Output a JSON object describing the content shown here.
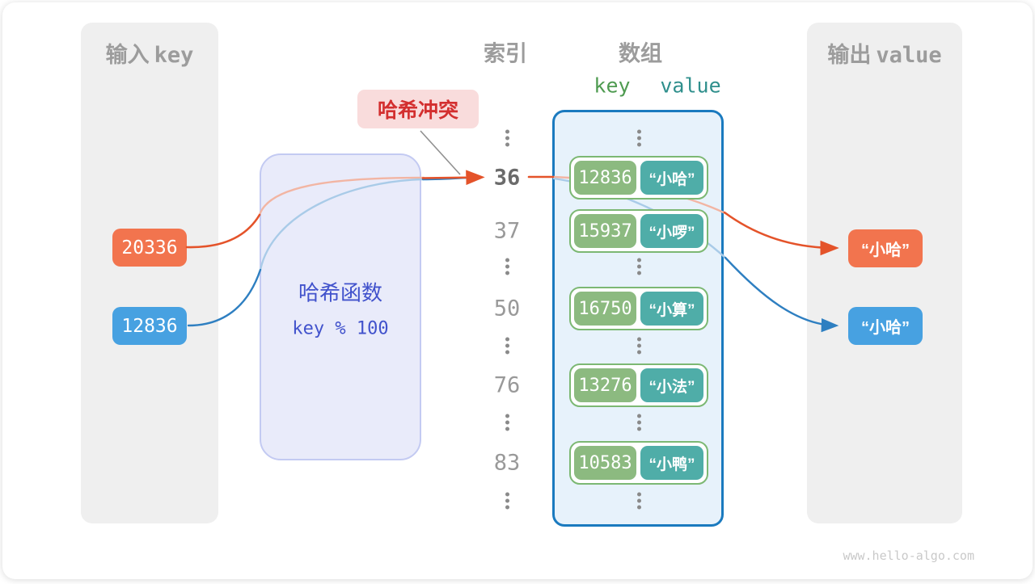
{
  "watermark": "www.hello-algo.com",
  "input_panel": {
    "title_zh": "输入",
    "title_en": "key",
    "keys": [
      {
        "value": "20336",
        "color": "orange"
      },
      {
        "value": "12836",
        "color": "blue"
      }
    ]
  },
  "hash_box": {
    "title": "哈希函数",
    "formula": "key % 100"
  },
  "collision_label": {
    "text": "哈希冲突"
  },
  "index_column": {
    "title": "索引",
    "rows": [
      {
        "type": "dots"
      },
      {
        "type": "index",
        "value": "36",
        "highlight": true
      },
      {
        "type": "index",
        "value": "37",
        "highlight": false
      },
      {
        "type": "dots"
      },
      {
        "type": "index",
        "value": "50",
        "highlight": false
      },
      {
        "type": "dots"
      },
      {
        "type": "index",
        "value": "76",
        "highlight": false
      },
      {
        "type": "dots"
      },
      {
        "type": "index",
        "value": "83",
        "highlight": false
      },
      {
        "type": "dots"
      }
    ]
  },
  "array_column": {
    "title": "数组",
    "key_header": "key",
    "value_header": "value",
    "rows": [
      {
        "type": "dots"
      },
      {
        "type": "pair",
        "key": "12836",
        "value": "“小哈”"
      },
      {
        "type": "pair",
        "key": "15937",
        "value": "“小啰”"
      },
      {
        "type": "dots"
      },
      {
        "type": "pair",
        "key": "16750",
        "value": "“小算”"
      },
      {
        "type": "dots"
      },
      {
        "type": "pair",
        "key": "13276",
        "value": "“小法”"
      },
      {
        "type": "dots"
      },
      {
        "type": "pair",
        "key": "10583",
        "value": "“小鸭”"
      },
      {
        "type": "dots"
      }
    ]
  },
  "output_panel": {
    "title_zh": "输出",
    "title_en": "value",
    "values": [
      {
        "text": "“小哈”",
        "color": "orange"
      },
      {
        "text": "“小哈”",
        "color": "blue"
      }
    ]
  },
  "colors": {
    "orange": "#F2744E",
    "blue": "#47A1E1",
    "arrow_orange": "#E4532A",
    "arrow_blue": "#2E7FC1",
    "arrow_orange_light": "#F2B5A3",
    "arrow_blue_light": "#A9CBE8",
    "green_key": "#8CBA80",
    "teal_value": "#4FADA8",
    "pair_border": "#7CB873",
    "array_border": "#1A7ABF",
    "array_bg": "#E7F2FB",
    "hash_bg": "#E9EBFA",
    "hash_border": "#C3CAF2",
    "hash_text": "#4152CC",
    "collision_bg": "#F9DCDC",
    "collision_text": "#D32F2F",
    "panel_bg": "#EFEFEF",
    "panel_title": "#9C9C9C",
    "index_text": "#999999",
    "index_highlight": "#6B6B6B",
    "key_header": "#4F9B51",
    "value_header": "#2F8F8C",
    "dots": "#8A8A8A",
    "watermark": "#C9C9C9",
    "pointer_line": "#909090"
  }
}
